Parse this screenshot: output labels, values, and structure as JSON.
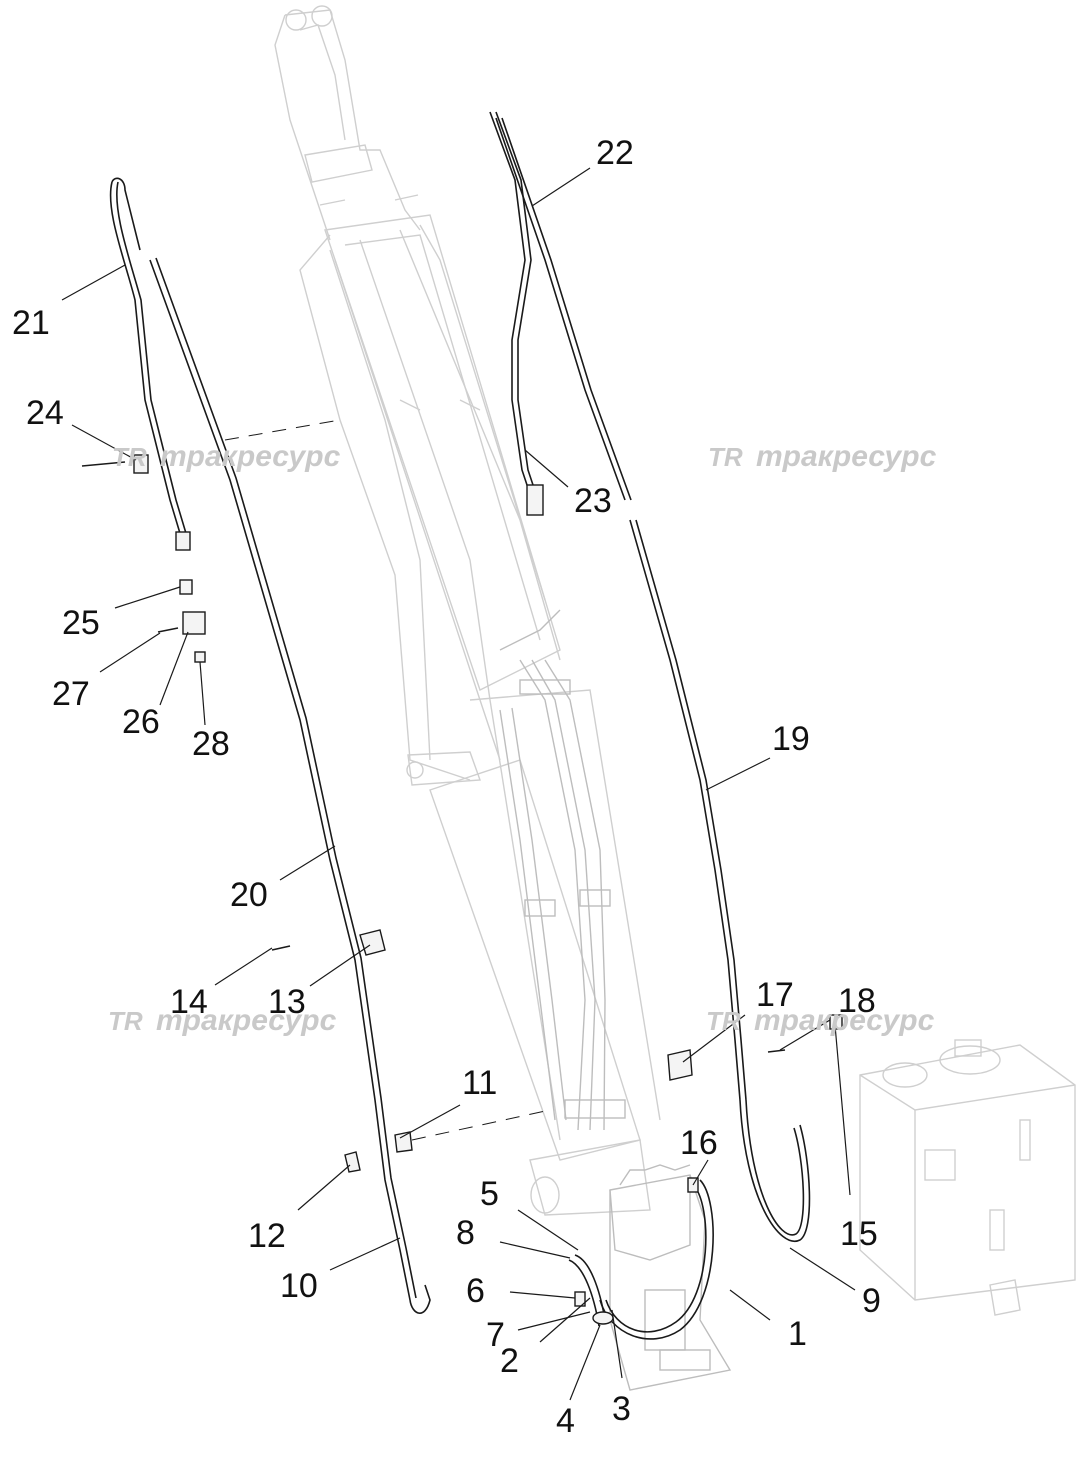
{
  "watermarks": [
    {
      "logo": "TR",
      "text": "тракресурс"
    },
    {
      "logo": "TR",
      "text": "тракресурс"
    },
    {
      "logo": "TR",
      "text": "тракресурс"
    },
    {
      "logo": "TR",
      "text": "тракресурс"
    }
  ],
  "parts": [
    {
      "id": "1",
      "label": "1"
    },
    {
      "id": "2",
      "label": "2"
    },
    {
      "id": "3",
      "label": "3"
    },
    {
      "id": "4",
      "label": "4"
    },
    {
      "id": "5",
      "label": "5"
    },
    {
      "id": "6",
      "label": "6"
    },
    {
      "id": "7",
      "label": "7"
    },
    {
      "id": "8",
      "label": "8"
    },
    {
      "id": "9",
      "label": "9"
    },
    {
      "id": "10",
      "label": "10"
    },
    {
      "id": "11",
      "label": "11"
    },
    {
      "id": "12",
      "label": "12"
    },
    {
      "id": "13",
      "label": "13"
    },
    {
      "id": "14",
      "label": "14"
    },
    {
      "id": "15",
      "label": "15"
    },
    {
      "id": "16",
      "label": "16"
    },
    {
      "id": "17",
      "label": "17"
    },
    {
      "id": "18",
      "label": "18"
    },
    {
      "id": "19",
      "label": "19"
    },
    {
      "id": "20",
      "label": "20"
    },
    {
      "id": "21",
      "label": "21"
    },
    {
      "id": "22",
      "label": "22"
    },
    {
      "id": "23",
      "label": "23"
    },
    {
      "id": "24",
      "label": "24"
    },
    {
      "id": "25",
      "label": "25"
    },
    {
      "id": "26",
      "label": "26"
    },
    {
      "id": "27",
      "label": "27"
    },
    {
      "id": "28",
      "label": "28"
    }
  ]
}
